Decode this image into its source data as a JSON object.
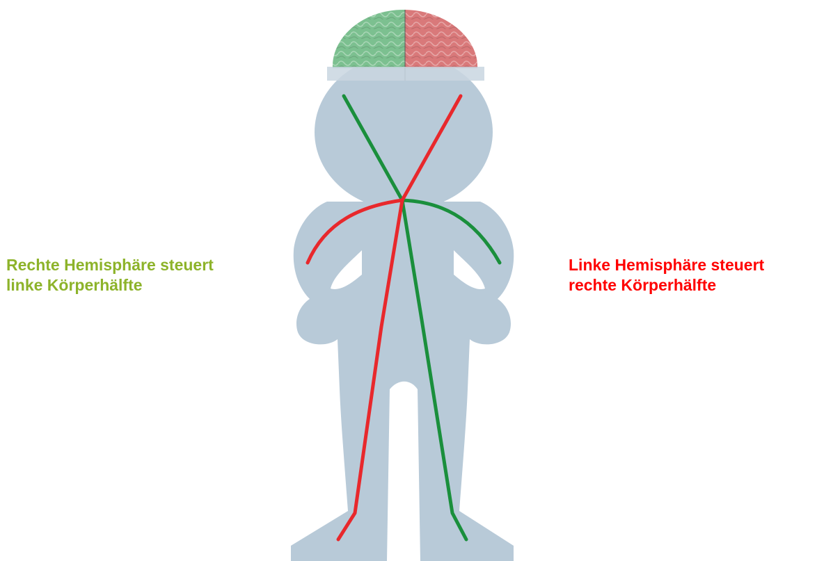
{
  "captions": {
    "left": {
      "line1": "Rechte Hemisphäre steuert",
      "line2": "linke Körperhälfte"
    },
    "right": {
      "line1": "Linke Hemisphäre steuert",
      "line2": "rechte Körperhälfte"
    }
  },
  "colors": {
    "right_hemisphere": "#1a8f3c",
    "left_hemisphere": "#e8282c",
    "left_caption": "#8db32a",
    "right_caption": "#ff0000",
    "body": "#b8cad8"
  },
  "icons": {
    "brain": "brain-icon",
    "figure": "human-silhouette"
  }
}
